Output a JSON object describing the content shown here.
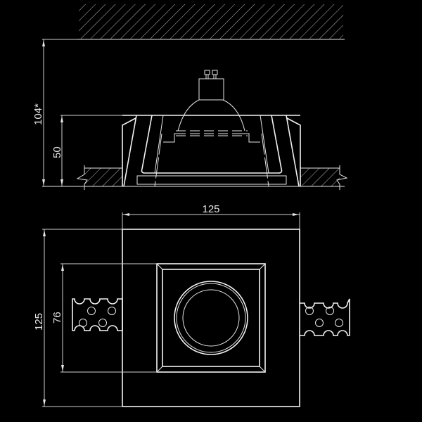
{
  "drawing": {
    "type": "recessed plaster downlight technical drawing",
    "background": "#000000",
    "line_color": "#e6e6e6",
    "side_view": {
      "dimensions": {
        "total_height": "104*",
        "body_height": "50"
      }
    },
    "top_view": {
      "dimensions": {
        "width": "125",
        "height": "125",
        "inner": "76"
      }
    }
  }
}
